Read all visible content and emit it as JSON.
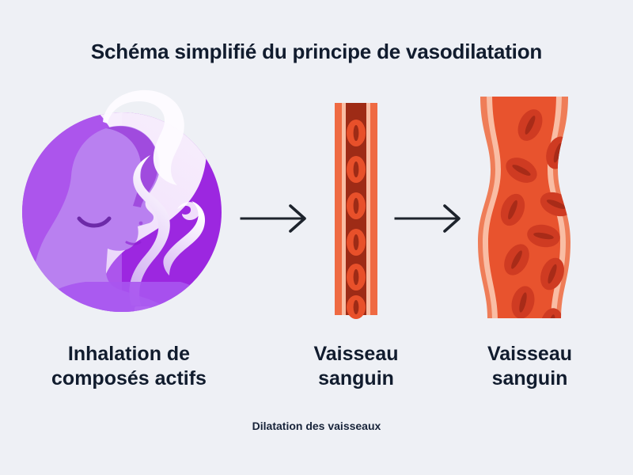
{
  "title": "Schéma simplifié du principe de vasodilatation",
  "caption": "Dilatation des vaisseaux",
  "background_color": "#eef0f5",
  "text_color": "#111c2e",
  "stages": [
    {
      "id": "inhalation",
      "label_line1": "Inhalation de",
      "label_line2": "composés actifs",
      "illustration": "woman-inhaling-vapor-from-bottle",
      "colors": {
        "circle": "#9c27e0",
        "circle_light": "#b266f0",
        "face": "#b980f0",
        "face_shadow": "#8c1fd0",
        "vapor_light": "#fdfbff",
        "vapor_mid": "#e3cdf7",
        "vapor_deep": "#c9a6ef",
        "bottle_body": "#f3ecfb",
        "bottle_liquid": "#6d3fb0",
        "hand": "#b980f0",
        "eye": "#6d2aa8"
      }
    },
    {
      "id": "vessel-narrow",
      "label_line1": "Vaisseau",
      "label_line2": "sanguin",
      "illustration": "constricted-blood-vessel",
      "colors": {
        "wall_outer": "#f59375",
        "wall_mid": "#e8502a",
        "lumen": "#9e2b16",
        "cell": "#e8502a",
        "cell_slit": "#9e2b16"
      },
      "cell_count": 6
    },
    {
      "id": "vessel-dilated",
      "label_line1": "Vaisseau",
      "label_line2": "sanguin",
      "illustration": "dilated-blood-vessel",
      "colors": {
        "wall_outer": "#f08a66",
        "wall_mid": "#f7b096",
        "lumen": "#e8532e",
        "cell": "#cf3b22",
        "cell_slit": "#a82b18"
      },
      "cell_count": 10
    }
  ],
  "arrows": [
    {
      "id": "arrow-one",
      "direction": "right",
      "color": "#1d232c"
    },
    {
      "id": "arrow-two",
      "direction": "right",
      "color": "#1d232c"
    }
  ]
}
